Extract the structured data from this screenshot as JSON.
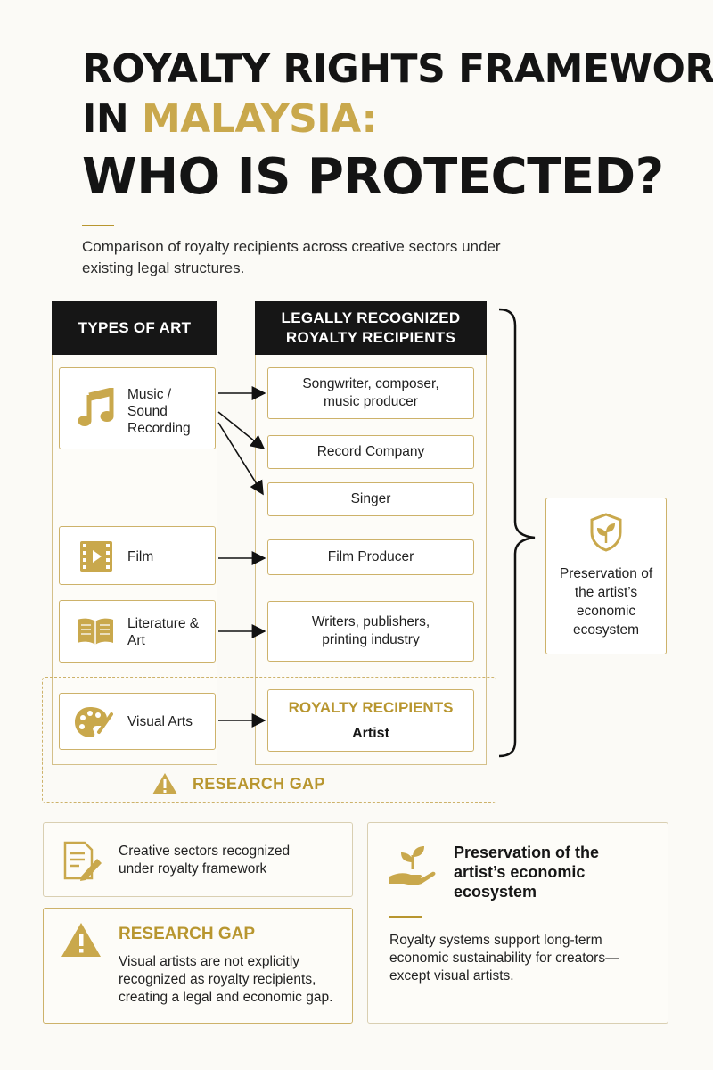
{
  "header": {
    "title_line1": "ROYALTY RIGHTS FRAMEWORK",
    "title_line2_prefix": "IN ",
    "title_line2_highlight": "MALAYSIA:",
    "title_line3": "WHO IS PROTECTED?",
    "subtitle": "Comparison of royalty recipients across creative sectors under existing legal structures."
  },
  "columns": {
    "left_header": "TYPES OF ART",
    "right_header_line1": "LEGALLY RECOGNIZED",
    "right_header_line2": "ROYALTY RECIPIENTS"
  },
  "art_types": [
    {
      "icon": "music-note-icon",
      "lines": [
        "Music /",
        "Sound",
        "Recording"
      ]
    },
    {
      "icon": "film-icon",
      "lines": [
        "Film"
      ]
    },
    {
      "icon": "book-icon",
      "lines": [
        "Literature &",
        "Art"
      ]
    },
    {
      "icon": "palette-icon",
      "lines": [
        "Visual Arts"
      ]
    }
  ],
  "recipients": [
    {
      "lines": [
        "Songwriter, composer,",
        "music producer"
      ]
    },
    {
      "lines": [
        "Record Company"
      ]
    },
    {
      "lines": [
        "Singer"
      ]
    },
    {
      "lines": [
        "Film Producer"
      ]
    },
    {
      "lines": [
        "Writers, publishers,",
        "printing industry"
      ]
    }
  ],
  "gap_box": {
    "heading": "ROYALTY RECIPIENTS",
    "value": "Artist"
  },
  "research_gap_label": "RESEARCH GAP",
  "preservation_box": {
    "icon": "shield-leaf-icon",
    "lines": [
      "Preservation of",
      "the artist’s",
      "economic",
      "ecosystem"
    ]
  },
  "legend": {
    "sectors_card": {
      "icon": "document-pen-icon",
      "lines": [
        "Creative sectors recognized",
        "under royalty framework"
      ]
    },
    "gap_card": {
      "icon": "warning-icon",
      "heading": "RESEARCH GAP",
      "lines": [
        "Visual artists are not explicitly",
        "recognized as royalty recipients,",
        "creating a legal and economic gap."
      ]
    },
    "ecosystem_card": {
      "icon": "hand-plant-icon",
      "heading_lines": [
        "Preservation of the",
        "artist’s economic",
        "ecosystem"
      ],
      "body_lines": [
        "Royalty systems support long-term",
        "economic sustainability for creators—",
        "except visual artists."
      ]
    }
  },
  "colors": {
    "gold": "#c9a84c",
    "dark": "#161616",
    "background": "#fbfaf6"
  }
}
